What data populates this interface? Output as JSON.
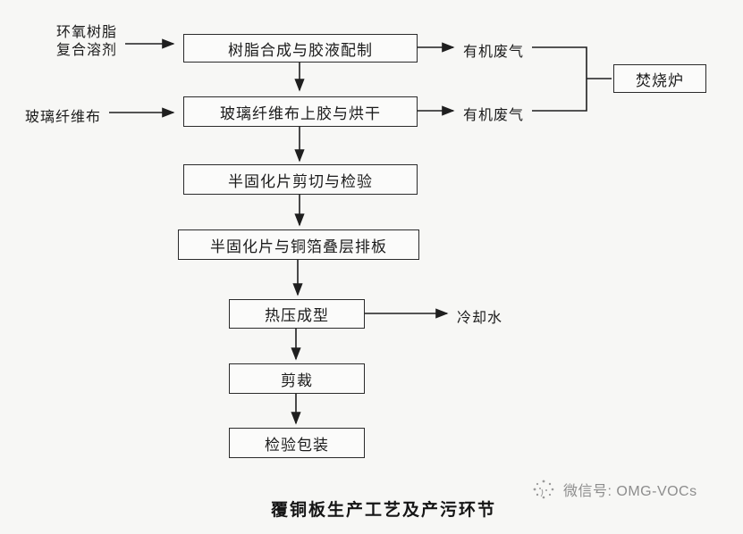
{
  "title": "覆铜板生产工艺及产污环节",
  "watermark": {
    "label": "微信号: OMG-VOCs",
    "icon": "dandelion-sparkle-icon"
  },
  "inputs": {
    "epoxy_line1": "环氧树脂",
    "epoxy_line2": "复合溶剂",
    "glass_cloth": "玻璃纤维布"
  },
  "steps": {
    "s1": "树脂合成与胶液配制",
    "s2": "玻璃纤维布上胶与烘干",
    "s3": "半固化片剪切与检验",
    "s4": "半固化片与铜箔叠层排板",
    "s5": "热压成型",
    "s6": "剪裁",
    "s7": "检验包装"
  },
  "outputs": {
    "waste_gas_1": "有机废气",
    "waste_gas_2": "有机废气",
    "cooling_water": "冷却水",
    "incinerator": "焚烧炉"
  },
  "colors": {
    "line": "#1f1f1f",
    "box_border": "#2a2a2a",
    "background": "#f7f7f5",
    "watermark_gray": "#8d8d8d"
  }
}
